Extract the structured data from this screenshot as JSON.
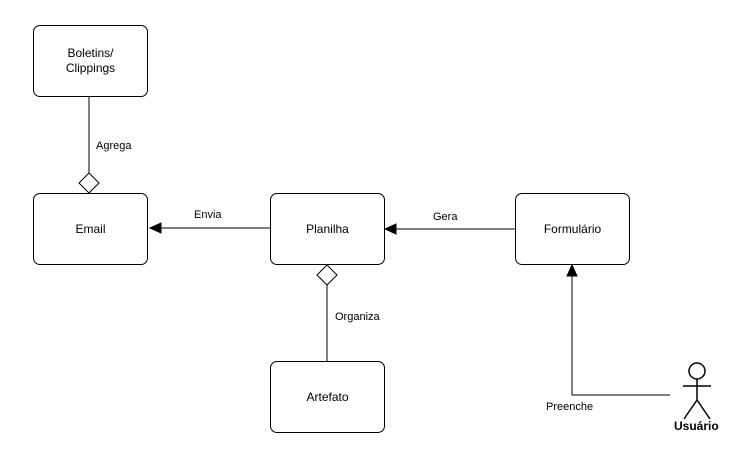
{
  "diagram": {
    "nodes": {
      "boletins": "Boletins/\nClippings",
      "email": "Email",
      "planilha": "Planilha",
      "formulario": "Formulário",
      "artefato": "Artefato"
    },
    "actor": {
      "name": "Usuário",
      "icon": "stick-figure-actor-icon"
    },
    "edges": [
      {
        "from": "boletins",
        "to": "email",
        "label": "Agrega",
        "type": "aggregation"
      },
      {
        "from": "planilha",
        "to": "email",
        "label": "Envia",
        "type": "directed"
      },
      {
        "from": "formulario",
        "to": "planilha",
        "label": "Gera",
        "type": "directed"
      },
      {
        "from": "artefato",
        "to": "planilha",
        "label": "Organiza",
        "type": "aggregation"
      },
      {
        "from": "usuario",
        "to": "formulario",
        "label": "Preenche",
        "type": "directed"
      }
    ]
  }
}
